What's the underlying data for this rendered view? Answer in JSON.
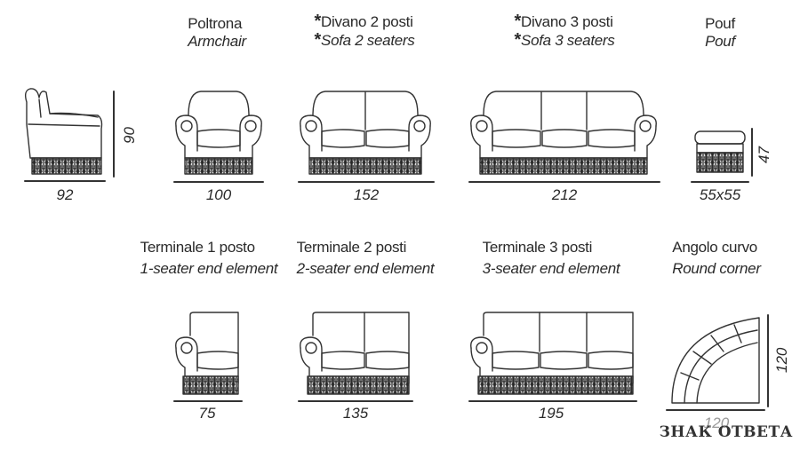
{
  "row1": {
    "armchair": {
      "it": "Poltrona",
      "en": "Armchair",
      "width": "100"
    },
    "side": {
      "width": "92",
      "height": "90"
    },
    "sofa2": {
      "star": "*",
      "it": "Divano 2 posti",
      "en": "Sofa 2 seaters",
      "width": "152"
    },
    "sofa3": {
      "star": "*",
      "it": "Divano 3 posti",
      "en": "Sofa 3 seaters",
      "width": "212"
    },
    "pouf": {
      "it": "Pouf",
      "en": "Pouf",
      "width": "55x55",
      "height": "47"
    }
  },
  "row2": {
    "end1": {
      "it": "Terminale 1 posto",
      "en": "1-seater end element",
      "width": "75"
    },
    "end2": {
      "it": "Terminale 2 posti",
      "en": "2-seater end element",
      "width": "135"
    },
    "end3": {
      "it": "Terminale 3 posti",
      "en": "3-seater end element",
      "width": "195"
    },
    "corner": {
      "it": "Angolo curvo",
      "en": "Round corner",
      "width": "120",
      "height": "120"
    }
  },
  "watermark": "ЗНАК ОТВЕТА"
}
